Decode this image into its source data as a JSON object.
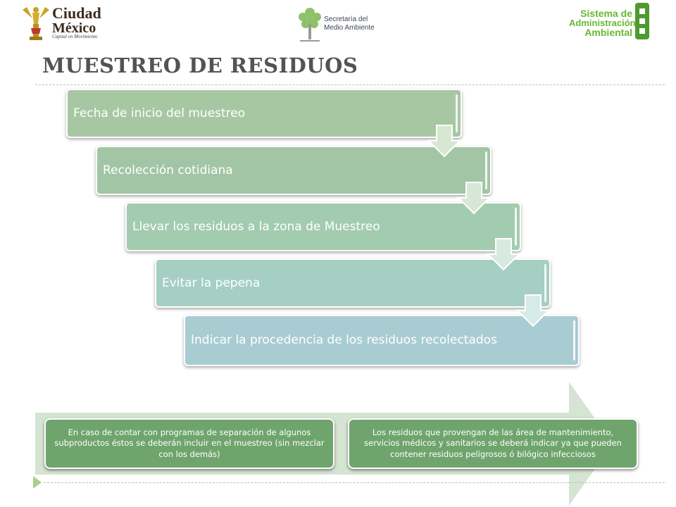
{
  "header": {
    "logo_cdmx": {
      "line1": "Ciudad",
      "line2": "México",
      "tagline": "Capital en Movimiento"
    },
    "logo_sma": {
      "line1": "Secretaría del",
      "line2": "Medio Ambiente"
    },
    "logo_saa": {
      "line1": "Sistema de",
      "line2": "Administración",
      "line3": "Ambiental"
    }
  },
  "title": "MUESTREO DE RESIDUOS",
  "steps": [
    "Fecha de inicio del muestreo",
    "Recolección cotidiana",
    "Llevar los residuos a la zona de Muestreo",
    "Evitar la pepena",
    "Indicar la procedencia de los residuos recolectados"
  ],
  "notes": {
    "left": "En caso de contar con programas de separación de algunos subproductos éstos se deberán incluir en el muestreo (sin mezclar con los demás)",
    "right": "Los residuos que provengan de las área de mantenimiento, servicios médicos y sanitarios se deberá indicar ya que pueden contener residuos peligrosos ó bilógico infecciosos"
  },
  "colors": {
    "title": "#545353",
    "step_1": "#a7c7a3",
    "step_5": "#a9ccd2",
    "note_fill": "#6fa56d",
    "band_fill": "#d6e4d3",
    "nav_arrow": "#a9d08e"
  }
}
